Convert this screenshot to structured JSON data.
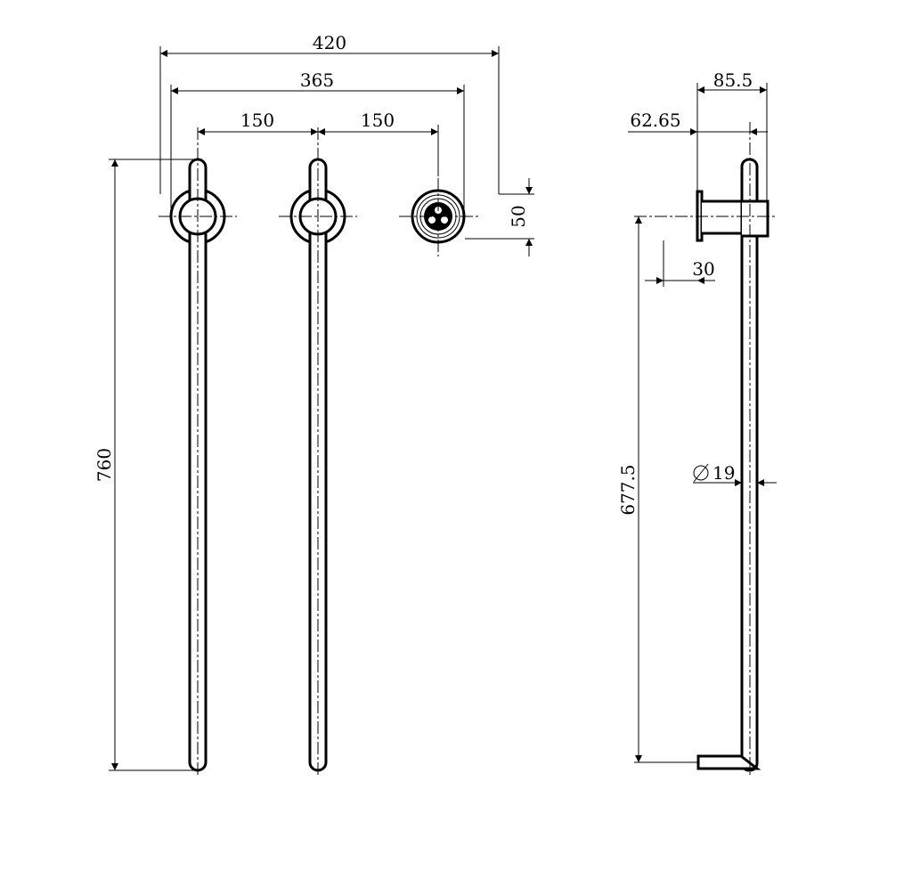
{
  "colors": {
    "line": "#000000",
    "background": "#ffffff"
  },
  "dimensions": {
    "overall_width": "420",
    "inner_width": "365",
    "spacing_left": "150",
    "spacing_right": "150",
    "flange_diameter": "50",
    "height": "760",
    "depth": "85.5",
    "offset": "62.65",
    "flange_depth": "30",
    "tube_diameter": "19",
    "side_height": "677.5"
  }
}
